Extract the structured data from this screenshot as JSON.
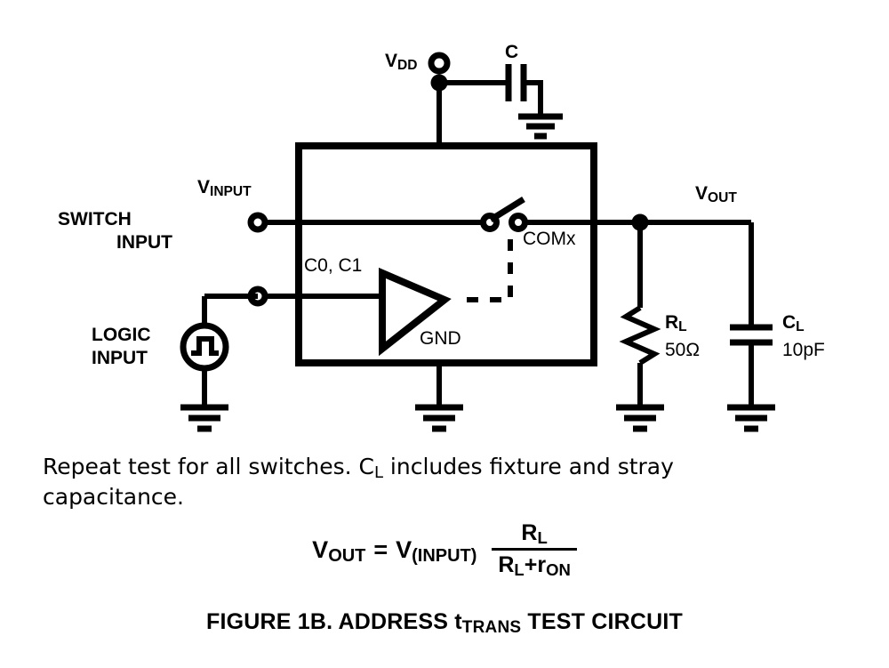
{
  "figure": {
    "title_prefix": "FIGURE 1B.  ADDRESS t",
    "title_sub": "TRANS",
    "title_suffix": " TEST CIRCUIT",
    "title_full": "FIGURE 1B.  ADDRESS tTRANS TEST CIRCUIT"
  },
  "caption": {
    "line1_a": "Repeat test for all switches. C",
    "line1_sub": "L",
    "line1_b": " includes fixture and stray",
    "line2": "capacitance."
  },
  "equation": {
    "lhs_main": "V",
    "lhs_sub": "OUT",
    "equals": "=",
    "rhs_main": "V",
    "rhs_sub": "(INPUT)",
    "numerator_main": "R",
    "numerator_sub": "L",
    "denominator_a_main": "R",
    "denominator_a_sub": "L",
    "denominator_plus": "+",
    "denominator_b_main": "r",
    "denominator_b_sub": "ON"
  },
  "schematic": {
    "labels": {
      "vdd_main": "V",
      "vdd_sub": "DD",
      "cap_top": "C",
      "vinput_main": "V",
      "vinput_sub": "INPUT",
      "switch_input_line1": "SWITCH",
      "switch_input_line2": "INPUT",
      "control_pins": "C0, C1",
      "logic_input_line1": "LOGIC",
      "logic_input_line2": "INPUT",
      "comx": "COMx",
      "gnd": "GND",
      "vout_main": "V",
      "vout_sub": "OUT",
      "rl_main": "R",
      "rl_sub": "L",
      "rl_value": "50Ω",
      "cl_main": "C",
      "cl_sub": "L",
      "cl_value": "10pF"
    },
    "components": {
      "device_box": "switch-device-box",
      "switch": "spst-switch-symbol",
      "buffer": "buffer-amplifier-triangle",
      "pulse_source": "pulse-generator-symbol",
      "resistor": "load-resistor-symbol",
      "capacitor_load": "load-capacitor-symbol",
      "capacitor_bypass": "bypass-capacitor-symbol",
      "grounds": "ground-symbol"
    },
    "colors": {
      "ink": "#000000",
      "background": "#ffffff"
    }
  }
}
